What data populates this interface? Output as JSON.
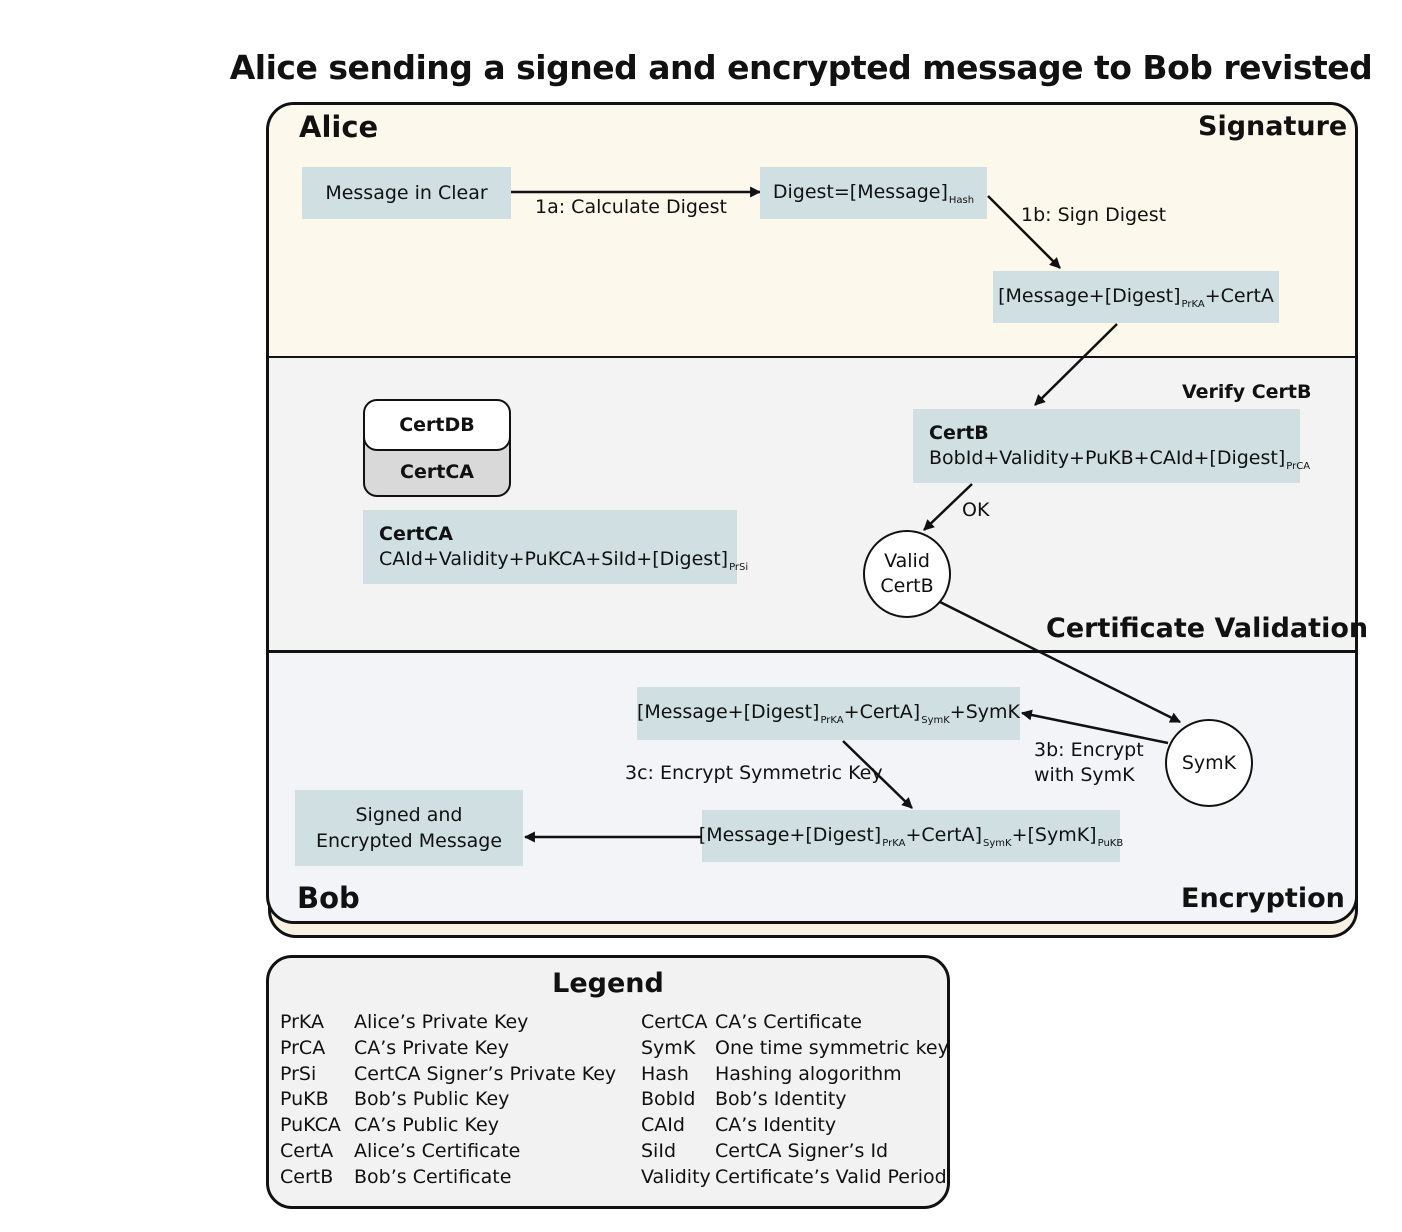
{
  "title": "Alice sending a signed and encrypted message to Bob revisted",
  "sections": {
    "alice": "Alice",
    "signature": "Signature",
    "cert_validation": "Certificate Validation",
    "bob": "Bob",
    "encryption": "Encryption"
  },
  "nodes": {
    "message_clear": "Message in Clear",
    "digest_main": "Digest=[Message]",
    "digest_sub": "Hash",
    "signed_a": "[Message+[Digest]",
    "signed_sub": "PrKA",
    "signed_b": "+CertA",
    "verify_certb": "Verify CertB",
    "certb_title": "CertB",
    "certb_body": "BobId+Validity+PuKB+CAId+[Digest]",
    "certb_sub": "PrCA",
    "certdb_top": "CertDB",
    "certdb_bottom": "CertCA",
    "certca_title": "CertCA",
    "certca_body": "CAId+Validity+PuKCA+SiId+[Digest]",
    "certca_sub": "PrSi",
    "valid_line1": "Valid",
    "valid_line2": "CertB",
    "symk": "SymK",
    "enc1_a": "[Message+[Digest]",
    "enc1_sub1": "PrKA",
    "enc1_b": "+CertA]",
    "enc1_sub2": "SymK",
    "enc1_c": "+SymK",
    "enc2_a": "[Message+[Digest]",
    "enc2_sub1": "PrKA",
    "enc2_b": "+CertA]",
    "enc2_sub2": "SymK",
    "enc2_c": "+[SymK]",
    "enc2_sub3": "PuKB",
    "final_line1": "Signed and",
    "final_line2": "Encrypted Message"
  },
  "edges": {
    "e1a": "1a: Calculate Digest",
    "e1b": "1b: Sign  Digest",
    "ok": "OK",
    "e3b_line1": "3b: Encrypt",
    "e3b_line2": "with SymK",
    "e3c": "3c: Encrypt Symmetric Key"
  },
  "legend": {
    "title": "Legend",
    "left": [
      {
        "abbr": "PrKA",
        "def": "Alice’s Private Key"
      },
      {
        "abbr": "PrCA",
        "def": "CA’s Private Key"
      },
      {
        "abbr": "PrSi",
        "def": "CertCA Signer’s Private Key"
      },
      {
        "abbr": "PuKB",
        "def": "Bob’s Public Key"
      },
      {
        "abbr": "PuKCA",
        "def": "CA’s Public Key"
      },
      {
        "abbr": "CertA",
        "def": "Alice’s Certificate"
      },
      {
        "abbr": "CertB",
        "def": "Bob’s Certificate"
      }
    ],
    "right": [
      {
        "abbr": "CertCA",
        "def": "CA’s Certificate"
      },
      {
        "abbr": "SymK",
        "def": "One time symmetric key"
      },
      {
        "abbr": "Hash",
        "def": "Hashing alogorithm"
      },
      {
        "abbr": "BobId",
        "def": "Bob’s Identity"
      },
      {
        "abbr": "CAId",
        "def": "CA’s Identity"
      },
      {
        "abbr": "SiId",
        "def": "CertCA Signer’s Id"
      },
      {
        "abbr": "Validity",
        "def": "Certificate’s Valid Period"
      }
    ]
  },
  "colors": {
    "signature_band": "#fcf8ec",
    "cert_band": "#f3f3f3",
    "encryption_band": "#f3f4f8",
    "node_fill": "#cfdfe2"
  }
}
